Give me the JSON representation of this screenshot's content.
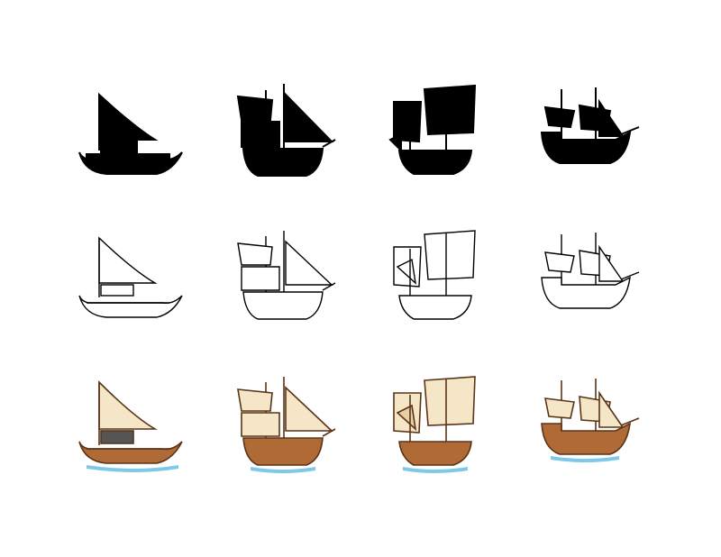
{
  "sheet": {
    "rows": [
      {
        "style": "silhouette",
        "label": ""
      },
      {
        "style": "outline",
        "label": ""
      },
      {
        "style": "color",
        "label": ""
      }
    ],
    "ships": [
      {
        "type": "lateen-boat",
        "icon": "lateen-boat-icon"
      },
      {
        "type": "schooner",
        "icon": "schooner-icon"
      },
      {
        "type": "junk",
        "icon": "junk-icon"
      },
      {
        "type": "galleon",
        "icon": "galleon-icon"
      }
    ]
  },
  "colors": {
    "silhouette_fill": "#000000",
    "outline_stroke": "#000000",
    "outline_fill": "#ffffff",
    "hull": "#b06a36",
    "hull_dark": "#7a4520",
    "sail": "#f5e6c8",
    "sail_shade": "#e6cfa4",
    "mast": "#7a4520",
    "cabin": "#555555",
    "water": "#7ec8e8"
  }
}
